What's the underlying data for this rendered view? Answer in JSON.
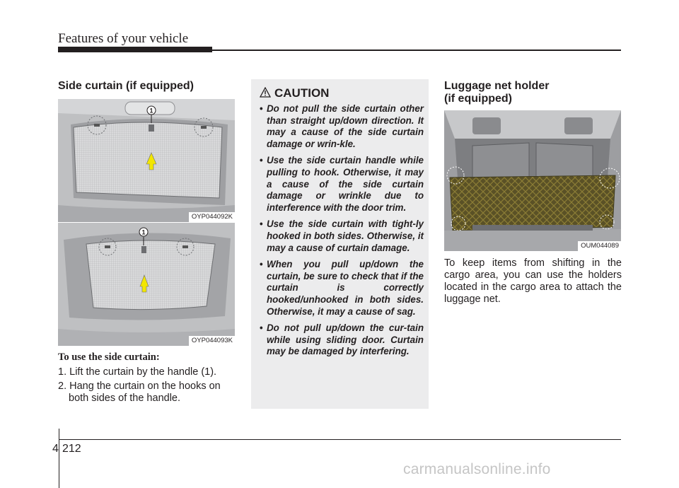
{
  "header": {
    "title": "Features of your vehicle"
  },
  "left": {
    "heading": "Side curtain (if equipped)",
    "figure1": {
      "code": "OYP044092K",
      "callout": "1"
    },
    "figure2": {
      "code": "OYP044093K",
      "callout": "1"
    },
    "instructions_title": "To use the side curtain:",
    "steps": [
      {
        "num": "1.",
        "text": "Lift the curtain by the handle (1)."
      },
      {
        "num": "2.",
        "line1": "Hang the curtain on the hooks on",
        "line2": "both sides of the handle."
      }
    ]
  },
  "caution": {
    "title": "CAUTION",
    "items": [
      "Do not pull the side curtain other than straight up/down direction. It may a cause of the side curtain damage or wrin-kle.",
      "Use the side curtain handle while pulling to hook. Otherwise, it may a cause of the side curtain damage or wrinkle due to interference with the door trim.",
      "Use the side curtain with tight-ly hooked in both sides. Otherwise, it may a cause of curtain damage.",
      "When you pull up/down the curtain, be sure to check that if the curtain is correctly hooked/unhooked in both sides. Otherwise, it may a cause of sag.",
      "Do not pull up/down the cur-tain while using sliding door. Curtain may be damaged by interfering."
    ]
  },
  "right": {
    "heading_line1": "Luggage net holder",
    "heading_line2": "(if equipped)",
    "figure": {
      "code": "OUM044089"
    },
    "paragraph": "To keep items from shifting in the cargo area, you can use the holders located in the cargo area to attach the luggage net."
  },
  "footer": {
    "chapter": "4",
    "page": "212"
  },
  "watermark": "carmanualsonline.info",
  "colors": {
    "arrow": "#f2e600",
    "net": "#7a6d2a",
    "caution_bg": "#ececed"
  }
}
